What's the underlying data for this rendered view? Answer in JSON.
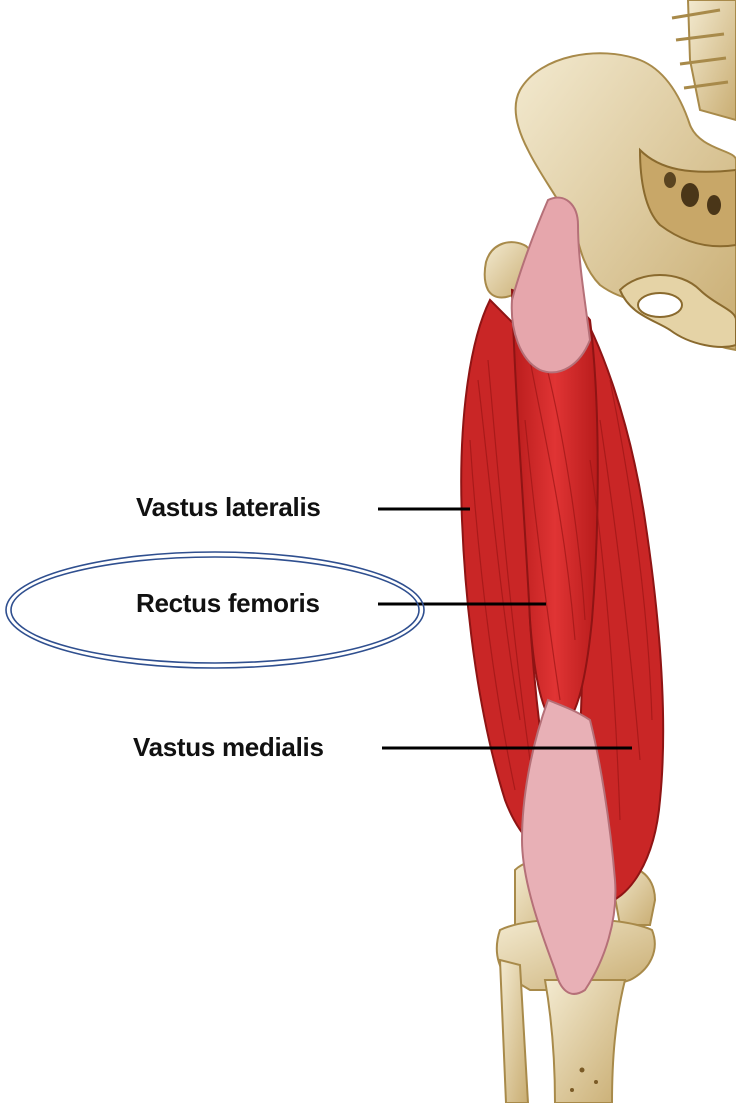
{
  "labels": {
    "vastus_lateralis": "Vastus lateralis",
    "rectus_femoris": "Rectus femoris",
    "vastus_medialis": "Vastus medialis"
  },
  "highlighted_label": "rectus_femoris",
  "colors": {
    "muscle": "#d42a2a",
    "muscle_dark": "#a81818",
    "tendon": "#e8aab0",
    "bone": "#e9dcb8",
    "bone_shadow": "#b89a5c",
    "highlight_ellipse": "#2f4f8f",
    "leader_line": "#000000"
  }
}
